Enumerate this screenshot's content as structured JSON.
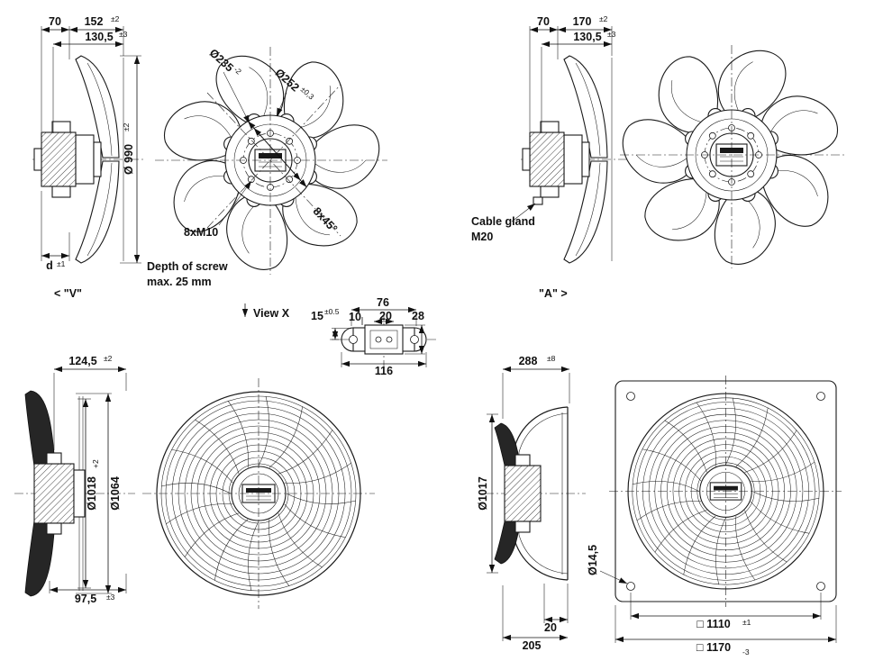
{
  "colors": {
    "ink": "#1a1a1a",
    "paper": "#ffffff"
  },
  "side_v": {
    "d70": "70",
    "d152": "152",
    "d152_tol": "±2",
    "d130": "130,5",
    "d130_tol": "±3",
    "d990": "Ø 990",
    "d990_tol": "±2",
    "dd": "d",
    "dd_tol": "±1",
    "label": "< \"V\""
  },
  "front": {
    "d235": "Ø235",
    "d235_tol": "-2",
    "d252": "Ø252",
    "d252_tol": "±0,3",
    "bolts": "8xM10",
    "angle": "8x45°",
    "note1": "Depth of screw",
    "note2": "max. 25 mm"
  },
  "side_a": {
    "d70": "70",
    "d170": "170",
    "d170_tol": "±2",
    "d130": "130,5",
    "d130_tol": "±3",
    "gland1": "Cable gland",
    "gland2": "M20",
    "label": "\"A\" >"
  },
  "detail": {
    "title": "View X",
    "d76": "76",
    "d20": "20",
    "d10": "10",
    "d28": "28",
    "d15": "15",
    "d15_tol": "±0.5",
    "d116": "116"
  },
  "side_bl": {
    "d124": "124,5",
    "d124_tol": "±2",
    "d1018": "Ø1018",
    "d1018_tol": "+2",
    "d1064": "Ø1064",
    "d97": "97,5",
    "d97_tol": "±3"
  },
  "side_br": {
    "d288": "288",
    "d288_tol": "±8",
    "d1017": "Ø1017",
    "d20": "20",
    "d205": "205"
  },
  "plate": {
    "d14": "Ø14,5",
    "d1110": "□ 1110",
    "d1110_tol": "±1",
    "d1170": "□ 1170",
    "d1170_tol": "-3"
  }
}
